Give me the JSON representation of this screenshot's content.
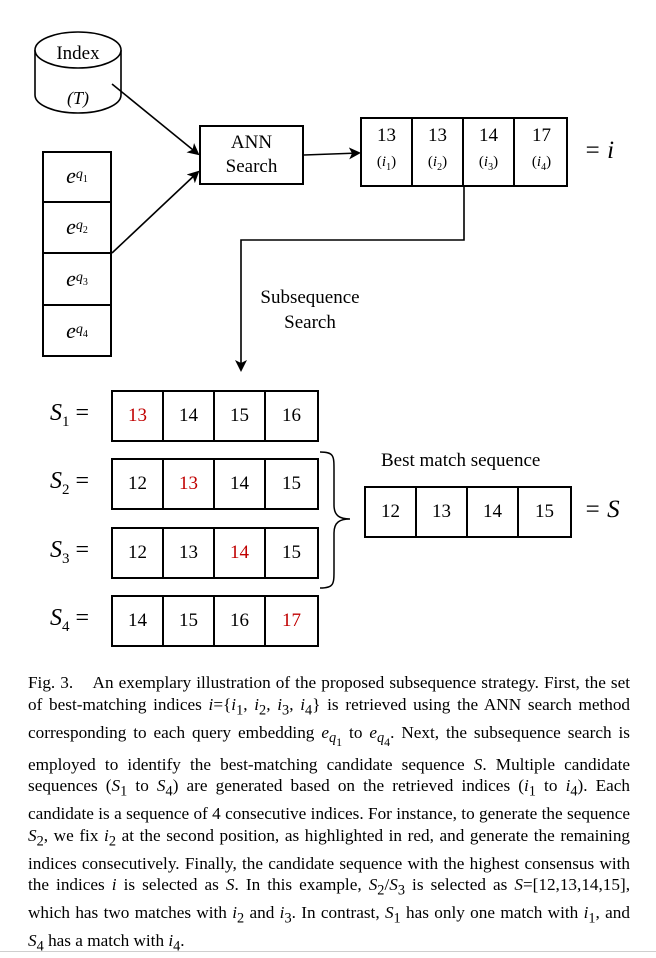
{
  "index_db": {
    "title": "Index",
    "sub": "(T)"
  },
  "queries": [
    {
      "base": "e",
      "sub1": "q",
      "sub2": "1"
    },
    {
      "base": "e",
      "sub1": "q",
      "sub2": "2"
    },
    {
      "base": "e",
      "sub1": "q",
      "sub2": "3"
    },
    {
      "base": "e",
      "sub1": "q",
      "sub2": "4"
    }
  ],
  "ann_search": {
    "line1": "ANN",
    "line2": "Search"
  },
  "indices": [
    {
      "value": "13",
      "label": "(i1)",
      "base": "i",
      "sub": "1"
    },
    {
      "value": "13",
      "label": "(i2)",
      "base": "i",
      "sub": "2"
    },
    {
      "value": "14",
      "label": "(i3)",
      "base": "i",
      "sub": "3"
    },
    {
      "value": "17",
      "label": "(i4)",
      "base": "i",
      "sub": "4"
    }
  ],
  "indices_eq": "= i",
  "subsequence_label": {
    "line1": "Subsequence",
    "line2": "Search"
  },
  "candidates": [
    {
      "name": "S",
      "sub": "1",
      "values": [
        "13",
        "14",
        "15",
        "16"
      ],
      "highlight": 0
    },
    {
      "name": "S",
      "sub": "2",
      "values": [
        "12",
        "13",
        "14",
        "15"
      ],
      "highlight": 1
    },
    {
      "name": "S",
      "sub": "3",
      "values": [
        "12",
        "13",
        "14",
        "15"
      ],
      "highlight": 2
    },
    {
      "name": "S",
      "sub": "4",
      "values": [
        "14",
        "15",
        "16",
        "17"
      ],
      "highlight": 3
    }
  ],
  "best_match": {
    "label": "Best match sequence",
    "values": [
      "12",
      "13",
      "14",
      "15"
    ],
    "eq": "= S"
  },
  "colors": {
    "highlight": "#c00000",
    "stroke": "#000000"
  },
  "caption": {
    "fig": "Fig. 3.",
    "text": "An exemplary illustration of the proposed subsequence strategy. First, the set of best-matching indices i={i1, i2, i3, i4} is retrieved using the ANN search method corresponding to each query embedding eq1 to eq4. Next, the subsequence search is employed to identify the best-matching candidate sequence S. Multiple candidate sequences (S1 to S4) are generated based on the retrieved indices (i1 to i4). Each candidate is a sequence of 4 consecutive indices. For instance, to generate the sequence S2, we fix i2 at the second position, as highlighted in red, and generate the remaining indices consecutively. Finally, the candidate sequence with the highest consensus with the indices i is selected as S. In this example, S2/S3 is selected as S=[12,13,14,15], which has two matches with i2 and i3. In contrast, S1 has only one match with i1, and S4 has a match with i4."
  }
}
